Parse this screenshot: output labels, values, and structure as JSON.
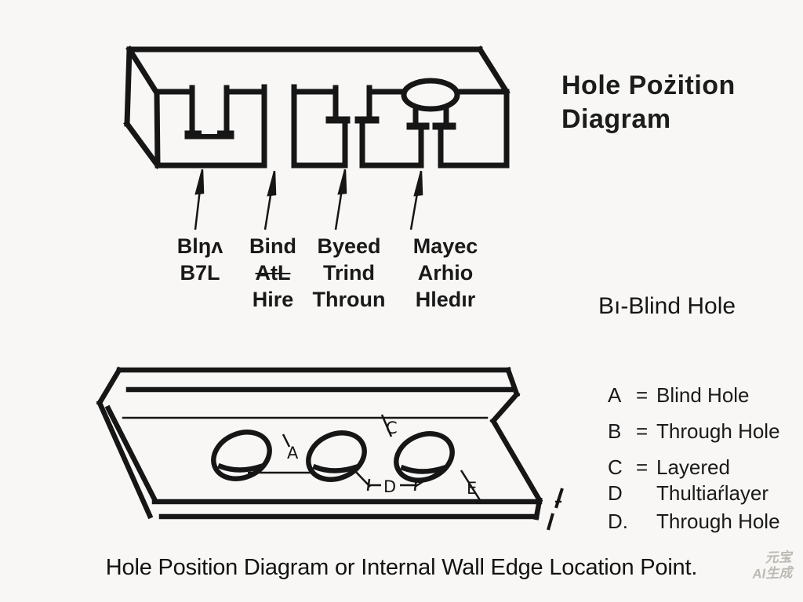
{
  "colors": {
    "background": "#f8f7f5",
    "ink": "#161616",
    "watermark": "#bdbab5"
  },
  "title": {
    "line1": "Hole Pożition",
    "line2": "Diagram"
  },
  "top_diagram": {
    "columns": [
      {
        "line1": "Blŋʌ",
        "line2": "B7L",
        "line3": ""
      },
      {
        "line1": "Bind",
        "line2": "AtL",
        "line3": "Hire"
      },
      {
        "line1": "Byeed",
        "line2": "Trind",
        "line3": "Throun"
      },
      {
        "line1": "Mayec",
        "line2": "Arhio",
        "line3": "Hledır"
      }
    ]
  },
  "side_note": "Bı-Blind Hole",
  "legend": [
    {
      "key": "A",
      "sep": "=",
      "value": "Blind Hole"
    },
    {
      "key": "B",
      "sep": "=",
      "value": "Through Hole"
    },
    {
      "key": "C",
      "sep": "=",
      "value": "Layered"
    },
    {
      "key": "D",
      "sep": "",
      "value": "Thultiaŕlayer"
    },
    {
      "key": "D.",
      "sep": "",
      "value": "Through Hole"
    }
  ],
  "bottom_diagram": {
    "labels": {
      "a": "A",
      "c": "C",
      "d": "D",
      "e": "E"
    }
  },
  "caption": "Hole Position Diagram or Internal Wall Edge Location Point.",
  "watermark": {
    "line1": "元宝",
    "line2": "AI生成"
  }
}
